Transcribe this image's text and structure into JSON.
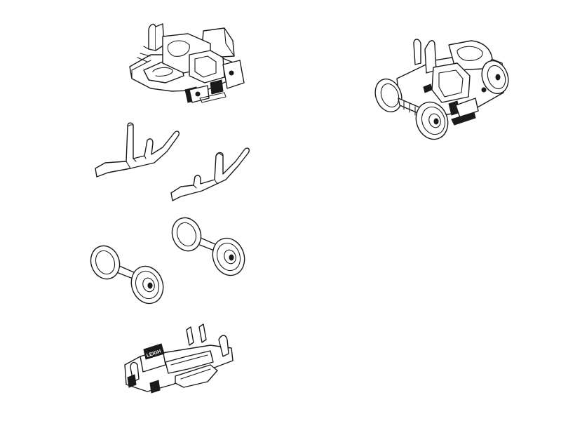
{
  "parts": [
    {
      "id": "bogie-frame"
    },
    {
      "id": "contact-spring-left"
    },
    {
      "id": "contact-spring-right"
    },
    {
      "id": "wheelset-front"
    },
    {
      "id": "wheelset-rear"
    },
    {
      "id": "bottom-cover",
      "stamp": "LEIGH"
    },
    {
      "id": "assembled-bogie"
    }
  ],
  "colors": {
    "line": "#1a1a1a",
    "fill": "#ffffff",
    "background": "#ffffff"
  }
}
